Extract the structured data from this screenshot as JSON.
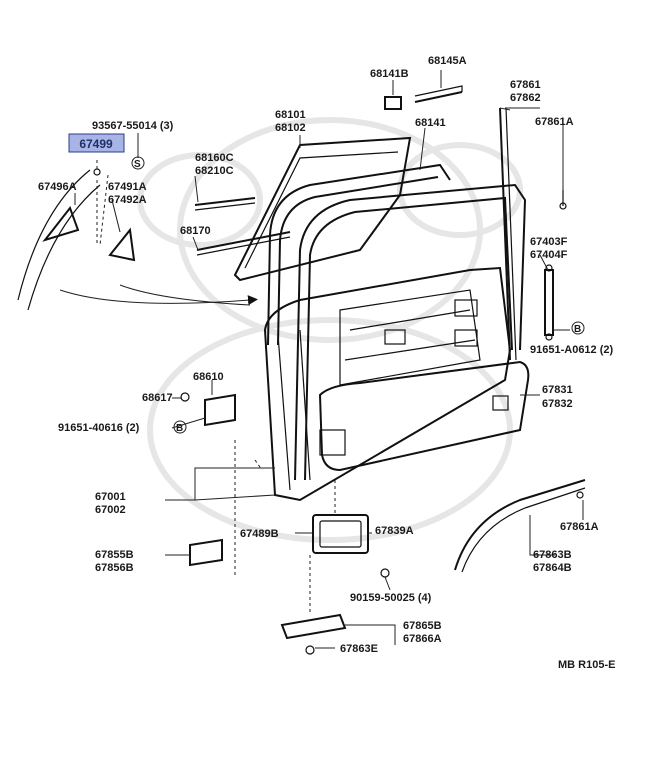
{
  "highlight_part": "67499",
  "labels": {
    "p93567": "93567-55014 (3)",
    "p67496A": "67496A",
    "p67491A": "67491A",
    "p67492A": "67492A",
    "p68160C": "68160C",
    "p68210C": "68210C",
    "p68101": "68101",
    "p68102": "68102",
    "p68141B": "68141B",
    "p68145A": "68145A",
    "p68141": "68141",
    "p68170": "68170",
    "p67861": "67861",
    "p67862": "67862",
    "p67861A_top": "67861A",
    "p67403F": "67403F",
    "p67404F": "67404F",
    "p91651A0612": "91651-A0612 (2)",
    "p68617": "68617",
    "p68610": "68610",
    "p91651_40616": "91651-40616 (2)",
    "p67831": "67831",
    "p67832": "67832",
    "p67001": "67001",
    "p67002": "67002",
    "p67489B": "67489B",
    "p67839A": "67839A",
    "p67855B": "67855B",
    "p67856B": "67856B",
    "p67861A_bot": "67861A",
    "p67863B": "67863B",
    "p67864B": "67864B",
    "p90159": "90159-50025 (4)",
    "p67865B": "67865B",
    "p67866A": "67866A",
    "p67863E": "67863E",
    "code": "MB R105-E"
  },
  "callouts": {
    "S": "S",
    "B": "B"
  },
  "colors": {
    "highlight_bg": "#a9b4e6",
    "highlight_border": "#2b3d8f",
    "ink": "#111111"
  }
}
